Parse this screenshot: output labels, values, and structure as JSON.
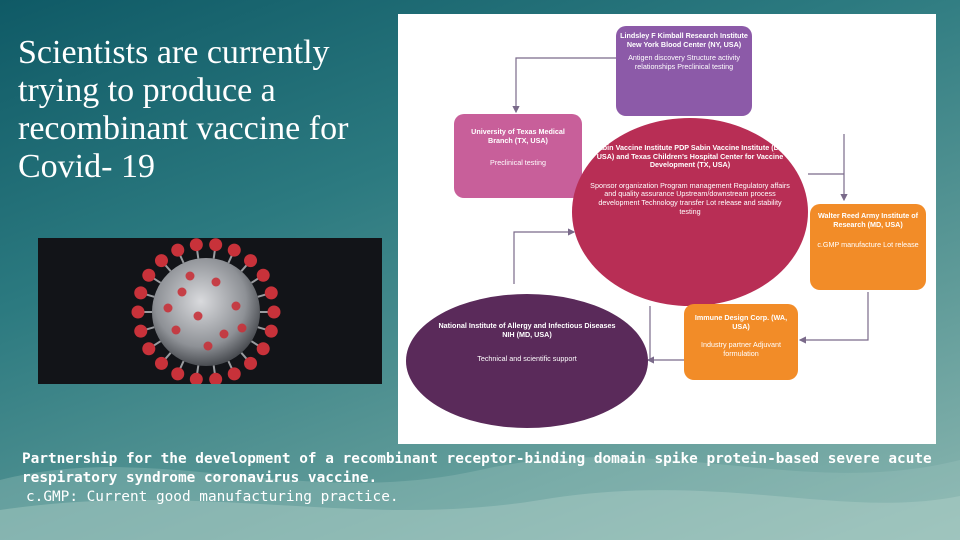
{
  "slide": {
    "title": "Scientists are currently trying to produce a recombinant vaccine for Covid- 19",
    "caption": "Partnership for the development of a recombinant receptor-binding domain spike protein-based severe acute respiratory syndrome coronavirus vaccine.",
    "note": "c.GMP: Current good manufacturing practice."
  },
  "diagram": {
    "kimball": {
      "name": "Lindsley F Kimball Research Institute New York Blood Center (NY, USA)",
      "roles": "Antigen discovery Structure activity relationships Preclinical testing"
    },
    "utmb": {
      "name": "University of Texas Medical Branch (TX, USA)",
      "roles": "Preclinical testing"
    },
    "sabin": {
      "name": "Sabin Vaccine Institute PDP Sabin Vaccine Institute (DC, USA) and Texas Children's Hospital Center for Vaccine Development (TX, USA)",
      "roles": "Sponsor organization Program management Regulatory affairs and quality assurance Upstream/downstream process development Technology transfer Lot release and stability testing"
    },
    "wrair": {
      "name": "Walter Reed Army Institute of Research (MD, USA)",
      "roles": "c.GMP manufacture Lot release"
    },
    "idc": {
      "name": "Immune Design Corp. (WA, USA)",
      "roles": "Industry partner Adjuvant formulation"
    },
    "nih": {
      "name": "National Institute of Allergy and Infectious Diseases NIH (MD, USA)",
      "roles": "Technical and scientific support"
    }
  },
  "colors": {
    "background": "#2c7a80",
    "kimball": "#8c5aa8",
    "utmb": "#c85f9a",
    "sabin": "#b82e55",
    "partner_orange": "#f28c28",
    "nih": "#5a2a5a",
    "virus_spikes": "#c8323a"
  },
  "icons": {
    "photo": "coronavirus-illustration"
  }
}
